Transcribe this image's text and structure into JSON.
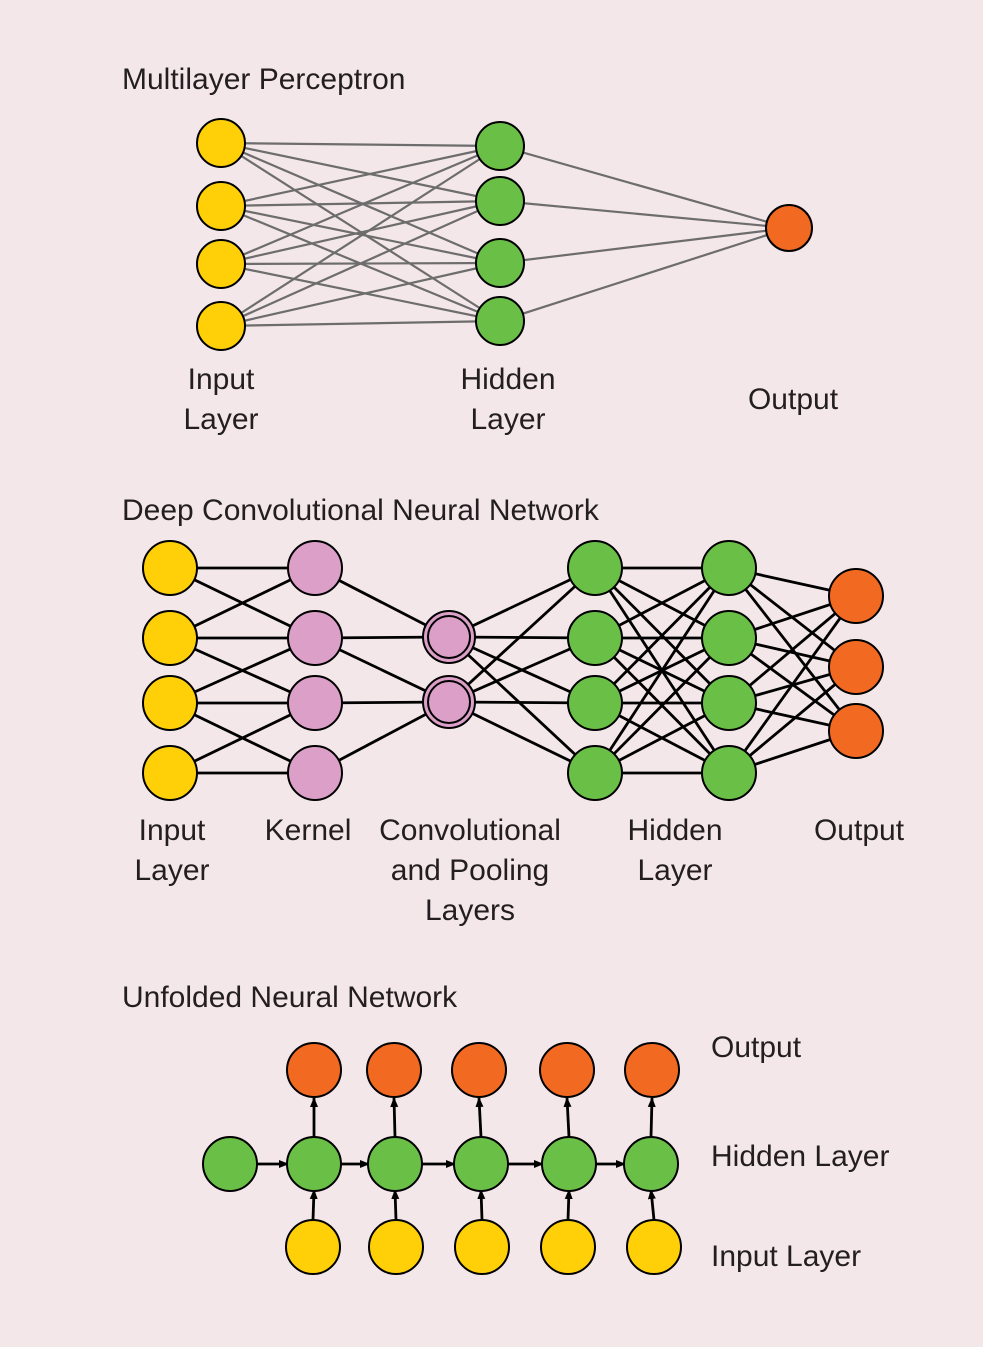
{
  "colors": {
    "background": "#f4e7ea",
    "input": "#ffd008",
    "hidden": "#6abf47",
    "output": "#f26a22",
    "kernel": "#dc9fc8",
    "mlp_edge": "#6d6d6d",
    "edge": "#000000"
  },
  "mlp": {
    "title": "Multilayer Perceptron",
    "layers": [
      {
        "name": "input",
        "count": 4,
        "label": "Input\nLayer"
      },
      {
        "name": "hidden",
        "count": 4,
        "label": "Hidden\nLayer"
      },
      {
        "name": "output",
        "count": 1,
        "label": "Output"
      }
    ]
  },
  "cnn": {
    "title": "Deep Convolutional Neural Network",
    "layers": [
      {
        "name": "input",
        "count": 4,
        "label": "Input\nLayer"
      },
      {
        "name": "kernel",
        "count": 4,
        "label": "Kernel"
      },
      {
        "name": "conv-pool",
        "count": 2,
        "label": "Convolutional\nand Pooling\nLayers"
      },
      {
        "name": "hidden",
        "count": 4,
        "label": "Hidden\nLayer"
      },
      {
        "name": "output",
        "count": 3,
        "label": "Output"
      }
    ]
  },
  "rnn": {
    "title": "Unfolded Neural Network",
    "timesteps": 5,
    "labels": {
      "output": "Output",
      "hidden": "Hidden Layer",
      "input": "Input Layer"
    }
  }
}
